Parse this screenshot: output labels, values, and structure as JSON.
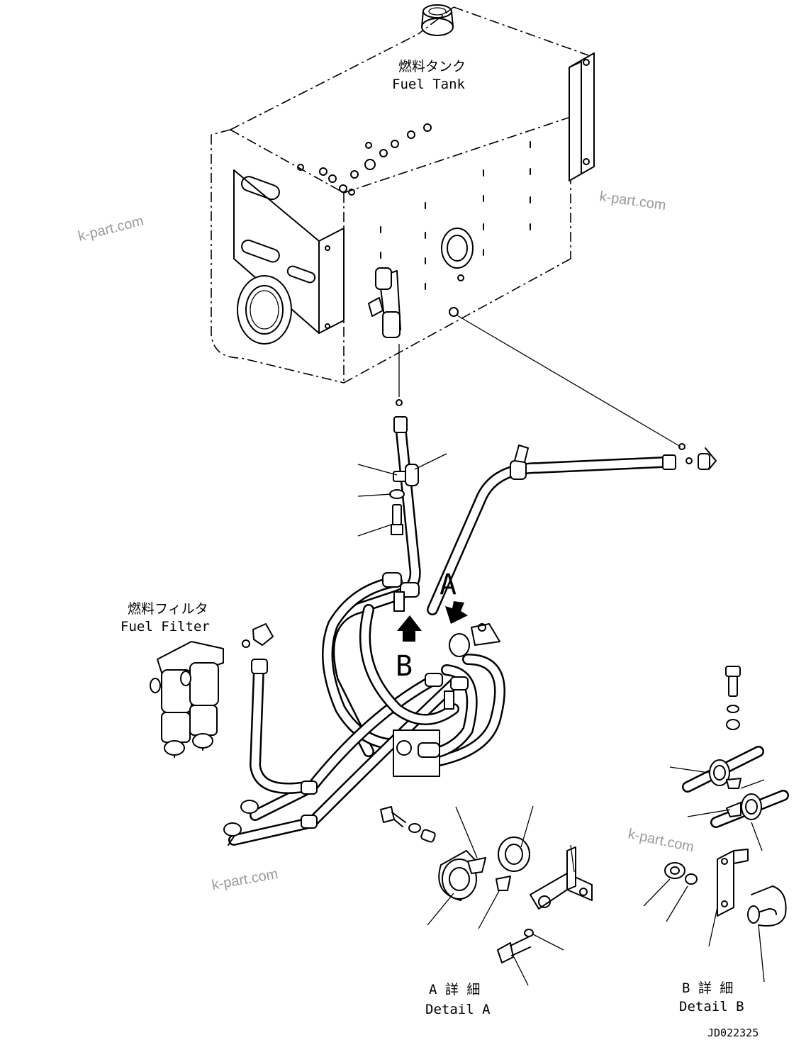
{
  "labels": {
    "fuel_tank_jp": "燃料タンク",
    "fuel_tank_en": "Fuel Tank",
    "fuel_filter_jp": "燃料フィルタ",
    "fuel_filter_en": "Fuel Filter",
    "arrow_a": "A",
    "arrow_b": "B",
    "detail_a_jp": "A 詳 細",
    "detail_a_en": "Detail A",
    "detail_b_jp": "B 詳 細",
    "detail_b_en": "Detail B",
    "drawing_number": "JD022325"
  },
  "watermarks": [
    "k-part.com",
    "k-part.com",
    "k-part.com",
    "k-part.com"
  ]
}
